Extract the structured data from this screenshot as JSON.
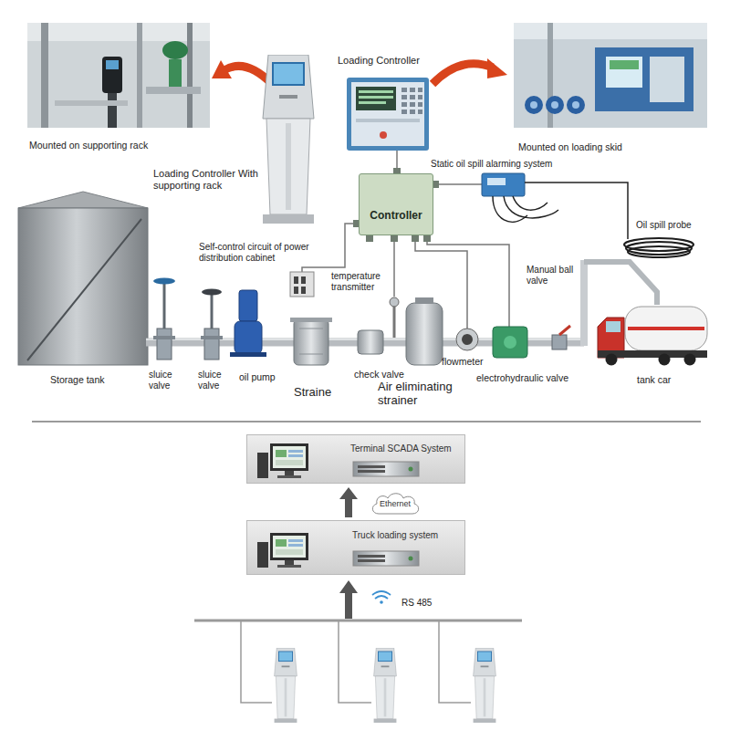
{
  "diagram": {
    "nodes": [
      {
        "text": [
          "Controller"
        ]
      },
      {
        "text": [
          "Terminal SCADA System"
        ]
      },
      {
        "text": [
          "Ethernet"
        ]
      },
      {
        "text": [
          "Truck loading system"
        ]
      }
    ],
    "edges": [
      {
        "from": 3,
        "to": 1,
        "arrow": "to"
      }
    ],
    "labels": [
      "Loading Controller",
      "Mounted on supporting rack",
      "Mounted on loading skid",
      "Loading Controller With supporting rack",
      "Static oil spill alarming system",
      "Oil spill probe",
      "Self-control circuit of power distribution cabinet",
      "temperature transmitter",
      "Manual ball valve",
      "Storage tank",
      "sluice valve",
      "sluice valve",
      "oil pump",
      "Straine",
      "check valve",
      "Air eliminating strainer",
      "flowmeter",
      "electrohydraulic valve",
      "tank car",
      "RS 485"
    ]
  }
}
